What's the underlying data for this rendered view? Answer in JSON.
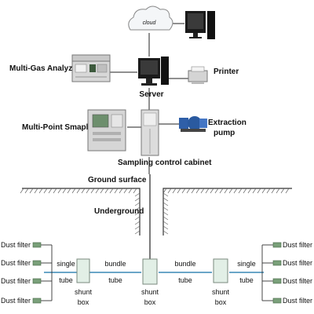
{
  "labels": {
    "cloud": "cloud",
    "multi_gas_analyzer": "Multi-Gas Analyzer",
    "server": "Server",
    "printer": "Printer",
    "multi_point_sampler": "Multi-Point Smapler",
    "extraction_pump_line1": "Extraction",
    "extraction_pump_line2": "pump",
    "sampling_control_cabinet": "Sampling control cabinet",
    "ground_surface": "Ground surface",
    "underground": "Underground",
    "dust_filter": "Dust filter",
    "single": "single",
    "tube": "tube",
    "bundle": "bundle",
    "shunt": "shunt",
    "box": "box"
  },
  "colors": {
    "line": "#222222",
    "pipe": "#6aa6c8",
    "shunt_box": "#e2efe6",
    "device": "#d8d8d8",
    "monitor_dark": "#1a1a1a"
  },
  "icons": {
    "cloud": "cloud-icon",
    "computer": "computer-icon",
    "server": "server-icon",
    "printer": "printer-icon",
    "analyzer": "gas-analyzer-icon",
    "sampler": "sampler-icon",
    "cabinet": "cabinet-icon",
    "pump": "pump-icon",
    "shunt_box": "shunt-box-icon",
    "dust_filter": "dust-filter-icon"
  }
}
